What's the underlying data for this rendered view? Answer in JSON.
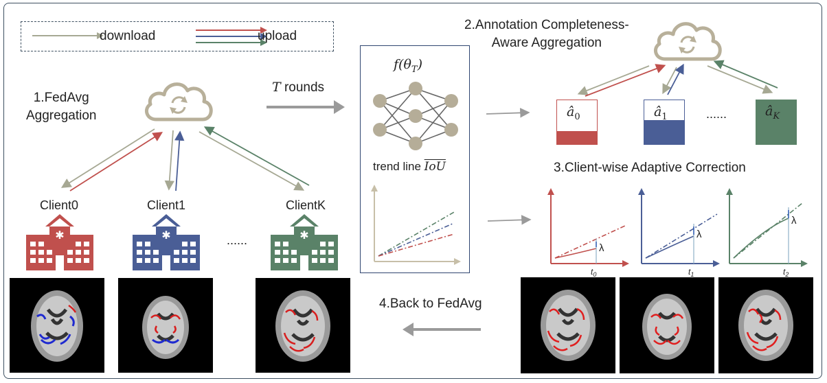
{
  "legend": {
    "download_label": "download",
    "upload_label": "upload",
    "download_color": "#a6a893",
    "upload_colors": [
      "#c0504d",
      "#4a5e96",
      "#5a8268"
    ]
  },
  "step1": {
    "line1": "1.FedAvg",
    "line2": "Aggregation"
  },
  "rounds": {
    "var": "T",
    "label": " rounds"
  },
  "center": {
    "func_label": "f(θ",
    "func_sub": "T",
    "func_close": ")",
    "trend_label": "trend line ",
    "iou_label": "IoU"
  },
  "step2": {
    "line1": "2.Annotation Completeness-",
    "line2": "Aware Aggregation"
  },
  "step3": {
    "label": "3.Client-wise Adaptive Correction"
  },
  "step4": {
    "label": "4.Back to FedAvg"
  },
  "clients": [
    {
      "name": "Client0",
      "color": "#c0504d"
    },
    {
      "name": "Client1",
      "color": "#4a5e96"
    },
    {
      "name": "ClientK",
      "color": "#5a8268"
    }
  ],
  "ellipsis": "......",
  "annotations": [
    {
      "symbol": "â",
      "sub": "0",
      "color": "#c0504d",
      "fill_fraction": 0.3
    },
    {
      "symbol": "â",
      "sub": "1",
      "color": "#4a5e96",
      "fill_fraction": 0.55
    },
    {
      "symbol": "â",
      "sub": "K",
      "color": "#5a8268",
      "fill_fraction": 1.0
    }
  ],
  "corrections": [
    {
      "lambda": "λ",
      "t": "t",
      "t_sub": "0",
      "color": "#c0504d"
    },
    {
      "lambda": "λ",
      "t": "t",
      "t_sub": "1",
      "color": "#4a5e96"
    },
    {
      "lambda": "λ",
      "t": "t",
      "t_sub": "2",
      "color": "#5a8268"
    }
  ]
}
